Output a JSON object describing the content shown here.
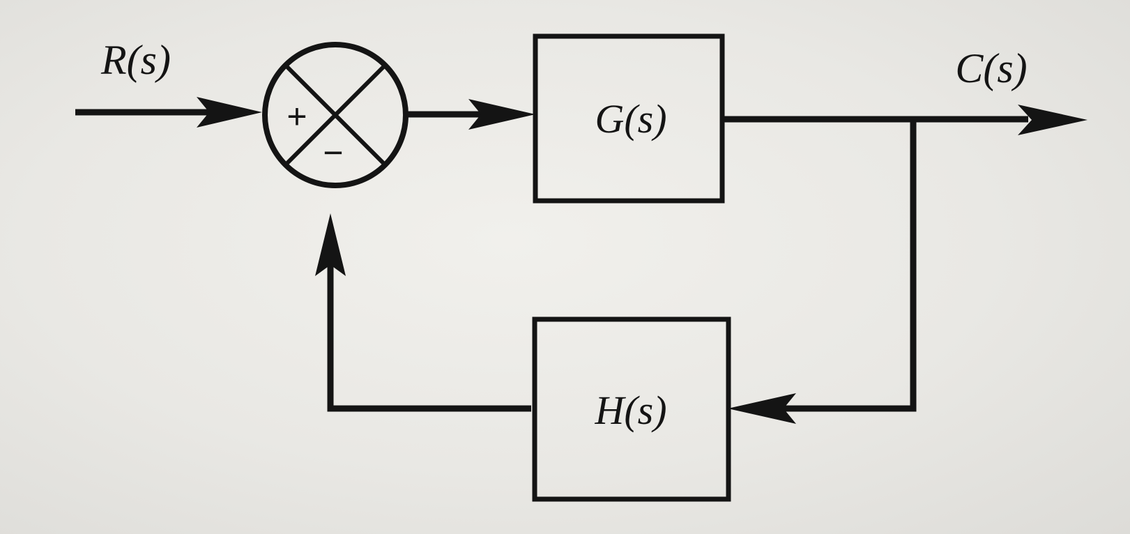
{
  "diagram": {
    "input_label": "R(s)",
    "output_label": "C(s)",
    "forward_block_label": "G(s)",
    "feedback_block_label": "H(s)",
    "summing_junction": {
      "plus_sign": "+",
      "minus_sign": "−"
    }
  },
  "colors": {
    "ink": "#141414",
    "paper": "#ebeae6",
    "border": "#0e0e0e"
  }
}
